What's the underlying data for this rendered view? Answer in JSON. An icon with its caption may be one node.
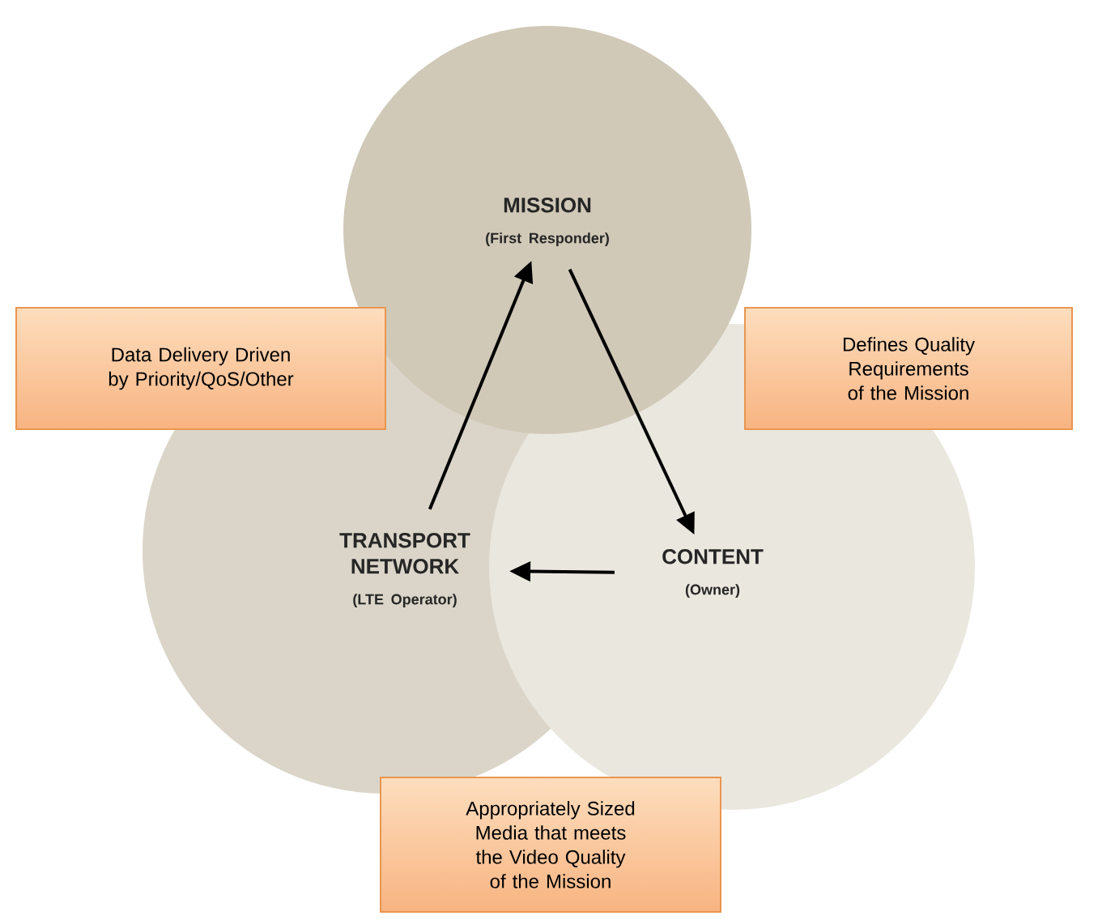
{
  "diagram": {
    "nodes": [
      {
        "text": [
          "MISSION",
          "(First Responder)"
        ]
      },
      {
        "text": [
          "CONTENT",
          "(Owner)"
        ]
      },
      {
        "text": [
          "TRANSPORT NETWORK",
          "(LTE Operator)"
        ]
      },
      {
        "text": [
          "Data Delivery Driven by Priority/QoS/Other"
        ]
      },
      {
        "text": [
          "Defines Quality Requirements of the Mission"
        ]
      },
      {
        "text": [
          "Appropriately Sized Media that meets the Video Quality of the Mission"
        ]
      }
    ],
    "edges": [
      {
        "from": 0,
        "to": 1,
        "arrow": "to"
      },
      {
        "from": 1,
        "to": 2,
        "arrow": "to"
      },
      {
        "from": 2,
        "to": 0,
        "arrow": "to"
      }
    ]
  }
}
